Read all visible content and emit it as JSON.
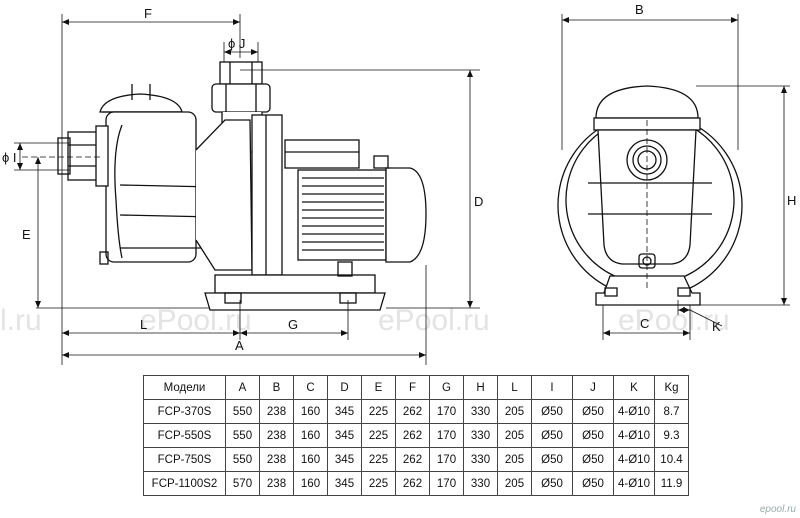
{
  "dimension_labels": {
    "F": "F",
    "J": "ϕ J",
    "I": "ϕ I",
    "E": "E",
    "D": "D",
    "L": "L",
    "G": "G",
    "A": "A",
    "B": "B",
    "H": "H",
    "C": "C",
    "K": "K"
  },
  "watermarks": [
    "l.ru",
    "ePool.ru",
    "ePool.ru",
    "ePool.ru"
  ],
  "corner_logo": "epool.ru",
  "table": {
    "headers": [
      "Модели",
      "A",
      "B",
      "C",
      "D",
      "E",
      "F",
      "G",
      "H",
      "L",
      "I",
      "J",
      "K",
      "Kg"
    ],
    "rows": [
      [
        "FCP-370S",
        "550",
        "238",
        "160",
        "345",
        "225",
        "262",
        "170",
        "330",
        "205",
        "Ø50",
        "Ø50",
        "4-Ø10",
        "8.7"
      ],
      [
        "FCP-550S",
        "550",
        "238",
        "160",
        "345",
        "225",
        "262",
        "170",
        "330",
        "205",
        "Ø50",
        "Ø50",
        "4-Ø10",
        "9.3"
      ],
      [
        "FCP-750S",
        "550",
        "238",
        "160",
        "345",
        "225",
        "262",
        "170",
        "330",
        "205",
        "Ø50",
        "Ø50",
        "4-Ø10",
        "10.4"
      ],
      [
        "FCP-1100S2",
        "570",
        "238",
        "160",
        "345",
        "225",
        "262",
        "170",
        "330",
        "205",
        "Ø50",
        "Ø50",
        "4-Ø10",
        "11.9"
      ]
    ]
  }
}
